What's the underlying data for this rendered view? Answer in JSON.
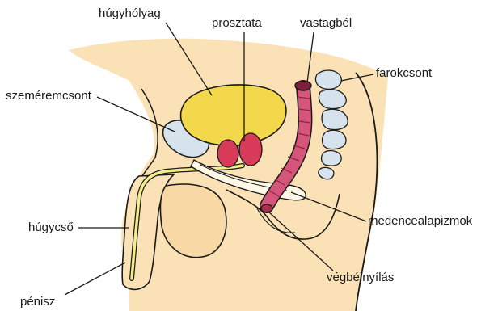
{
  "labels": {
    "bladder": "húgyhólyag",
    "prostate": "prosztata",
    "colon": "vastagbél",
    "coccyx": "farokcsont",
    "pubic_bone": "szeméremcsont",
    "urethra": "húgycső",
    "pelvic_floor": "medencealapizmok",
    "anus": "végbélnyílás",
    "penis": "pénisz"
  },
  "colors": {
    "skin": "#fbe2b6",
    "skin_outline": "#1a1a1a",
    "bladder": "#f2d84a",
    "prostate": "#d83a5a",
    "colon": "#d5567a",
    "bone": "#d6e2ec",
    "urethra": "#f5ec8a",
    "leader": "#1a1a1a"
  }
}
